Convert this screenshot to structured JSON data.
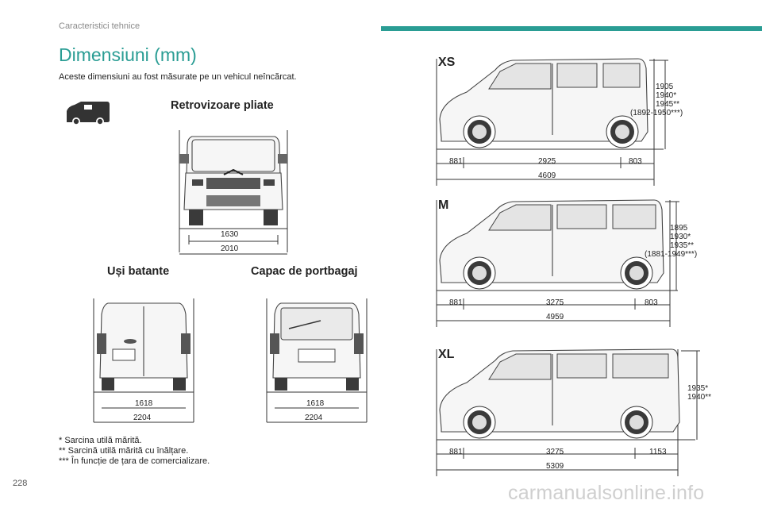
{
  "header": {
    "section": "Caracteristici tehnice",
    "title": "Dimensiuni (mm)",
    "intro": "Aceste dimensiuni au fost măsurate pe un vehicul neîncărcat."
  },
  "mirrors": {
    "heading": "Retrovizoare pliate",
    "dim_inner": "1630",
    "dim_outer": "2010"
  },
  "swing_doors": {
    "heading": "Uși batante",
    "dim_inner": "1618",
    "dim_outer": "2204"
  },
  "tailgate": {
    "heading": "Capac de portbagaj",
    "dim_inner": "1618",
    "dim_outer": "2204"
  },
  "variants": {
    "xs": {
      "label": "XS",
      "heights": [
        "1905",
        "1940*",
        "1945**",
        "(1892-1950***)"
      ],
      "front": "881",
      "wheelbase": "2925",
      "rear": "803",
      "total": "4609"
    },
    "m": {
      "label": "M",
      "heights": [
        "1895",
        "1930*",
        "1935**",
        "(1881-1949***)"
      ],
      "front": "881",
      "wheelbase": "3275",
      "rear": "803",
      "total": "4959"
    },
    "xl": {
      "label": "XL",
      "heights": [
        "1935*",
        "1940**"
      ],
      "front": "881",
      "wheelbase": "3275",
      "rear": "1153",
      "total": "5309"
    }
  },
  "footnotes": [
    "* Sarcina utilă mărită.",
    "** Sarcină utilă mărită cu înălțare.",
    "*** În funcție de țara de comercializare."
  ],
  "page_number": "228",
  "watermark": "carmanualsonline.info"
}
